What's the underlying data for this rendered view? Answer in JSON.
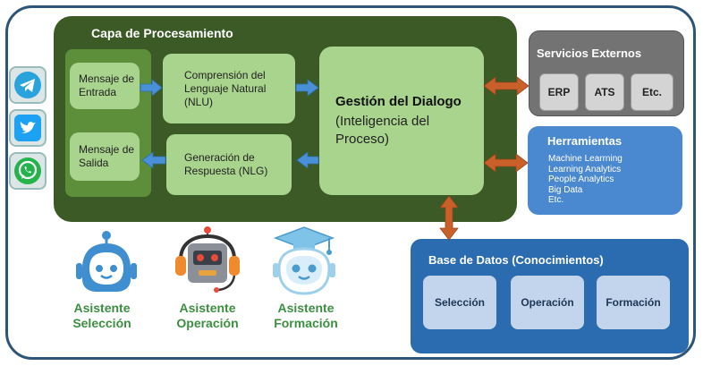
{
  "processing": {
    "title": "Capa de Procesamiento",
    "input": [
      "Mensaje de",
      "Entrada"
    ],
    "output": [
      "Mensaje de",
      "Salida"
    ],
    "nlu": [
      "Comprensión del",
      "Lenguaje Natural",
      "(NLU)"
    ],
    "nlg": [
      "Generación de",
      "Respuesta (NLG)"
    ],
    "dialog_title": "Gestión del Dialogo",
    "dialog_sub": [
      "(Inteligencia del",
      "Proceso)"
    ]
  },
  "services": {
    "title": "Servicios Externos",
    "items": [
      "ERP",
      "ATS",
      "Etc."
    ]
  },
  "tools": {
    "title": "Herramientas",
    "items": [
      "Machine Learrning",
      "Learning Analytics",
      "People Analytics",
      "Big Data",
      "Etc."
    ]
  },
  "database": {
    "title": "Base de Datos (Conocimientos)",
    "items": [
      "Selección",
      "Operación",
      "Formación"
    ]
  },
  "channels": [
    "telegram-icon",
    "twitter-icon",
    "whatsapp-icon"
  ],
  "assistants": [
    {
      "line1": "Asistente",
      "line2": "Selección"
    },
    {
      "line1": "Asistente",
      "line2": "Operación"
    },
    {
      "line1": "Asistente",
      "line2": "Formación"
    }
  ],
  "colors": {
    "processing": "#3b5a26",
    "light_green": "#a9d48d",
    "services": "#737373",
    "tools": "#4a88cf",
    "database": "#2b6cb0",
    "arrow_orange": "#c9602a",
    "arrow_blue": "#4a90d9",
    "assistant_text": "#3c8f40"
  }
}
